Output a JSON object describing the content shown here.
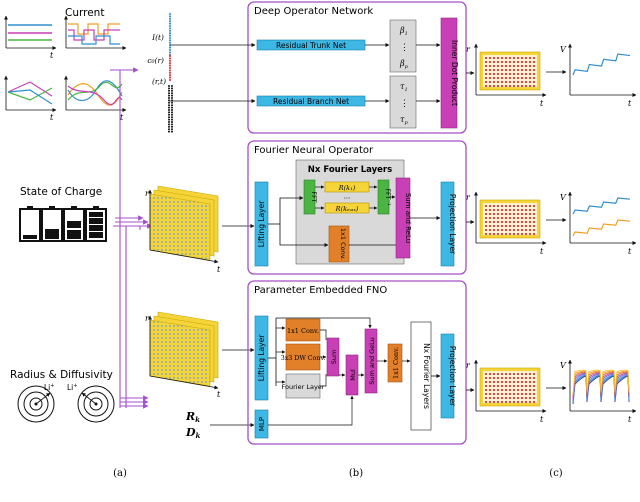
{
  "inputs": {
    "current_title": "Current",
    "soc_title": "State of Charge",
    "radius_title": "Radius & Diffusivity",
    "li_label": "Li",
    "plus": "+",
    "axis_t": "t",
    "axis_r": "r",
    "axis_V": "V",
    "vec_I": "I(t)",
    "vec_c0": "c₀(r)",
    "vec_rt": "(r,t)",
    "Rk": "R",
    "Dk": "D",
    "sub_k": "k"
  },
  "deeponet": {
    "title": "Deep Operator Network",
    "trunk": "Residual Trunk Net",
    "branch": "Residual Branch Net",
    "beta1": "β",
    "beta_p": "β",
    "tau1": "τ",
    "tau_p": "τ",
    "sub1": "1",
    "subp": "p",
    "dots": "⋮",
    "inner": "Inner Dot Product"
  },
  "fno": {
    "title": "Fourier Neural Operator",
    "layers_title": "Nx Fourier Layers",
    "lifting": "Lifting Layer",
    "fft": "FFT",
    "ifft": "FFT⁻¹",
    "rk1": "R(k₁)",
    "rkmax": "R(kₘₐₓ)",
    "conv": "1x1 Conv.",
    "sum_relu": "Sum and ReLu",
    "projection": "Projection Layer"
  },
  "pefno": {
    "title": "Parameter Embedded FNO",
    "lifting": "Lifting Layer",
    "conv1x1": "1x1 Conv.",
    "dw_conv": "3x3 DW Conv.",
    "fourier": "Fourier Layer",
    "sum": "Sum",
    "mul": "Mul",
    "sum_gelu": "Sum and GeLu",
    "conv1x1b": "1x1 Conv.",
    "nx_layers": "Nx Fourier Layers",
    "projection": "Projection Layer",
    "mlp": "MLP"
  },
  "captions": {
    "a": "(a)",
    "b": "(b)",
    "c": "(c)"
  },
  "colors": {
    "purple": "#a64fc9",
    "cyan": "#3db7e4",
    "orange": "#e2802a",
    "magenta": "#c93fb5",
    "green": "#4bb543",
    "gray_box": "#d9d9d9",
    "yellow": "#f5d43a",
    "red_grid": "#e03040",
    "blue_line": "#2e8fcf",
    "orange_line": "#f0a020"
  }
}
